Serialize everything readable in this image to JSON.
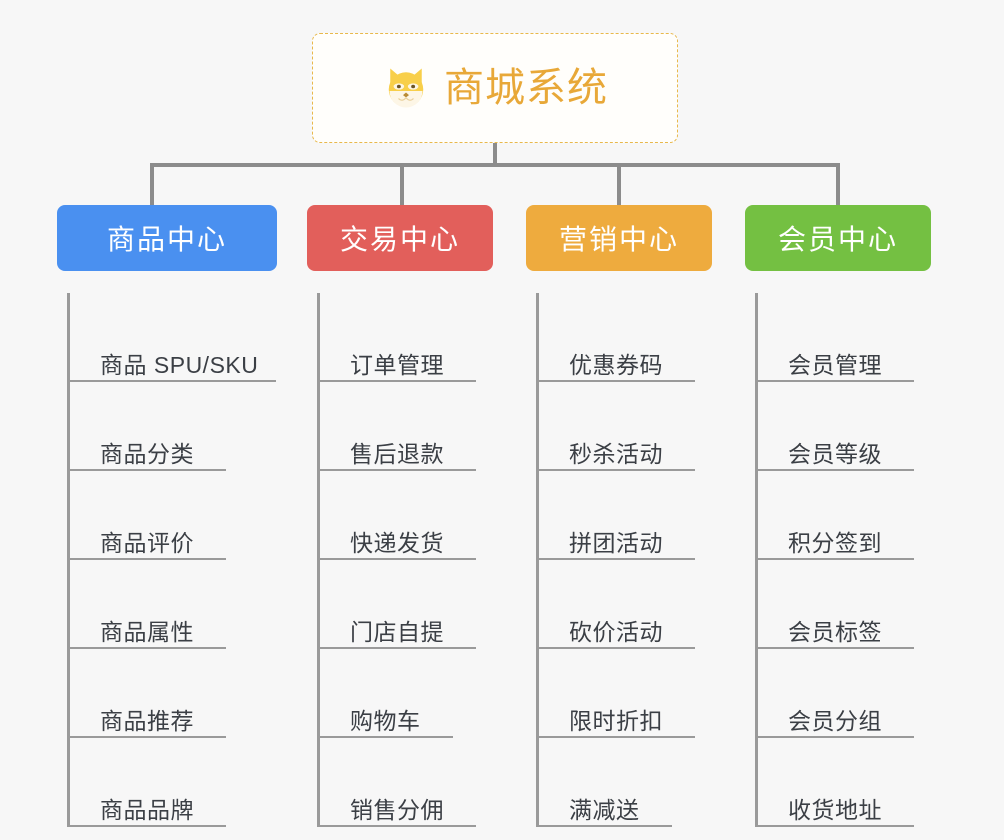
{
  "page": {
    "background_color": "#f7f7f7",
    "line_color": "#8c8c8c"
  },
  "root": {
    "title": "商城系统",
    "icon": "shiba-dog-icon",
    "text_color": "#e8a838",
    "border_color": "#e8b84b",
    "fill_color": "#fffefb"
  },
  "columns": [
    {
      "id": "product-center",
      "title": "商品中心",
      "color": "#4a90f0",
      "items": [
        "商品 SPU/SKU",
        "商品分类",
        "商品评价",
        "商品属性",
        "商品推荐",
        "商品品牌"
      ]
    },
    {
      "id": "trade-center",
      "title": "交易中心",
      "color": "#e25f5b",
      "items": [
        "订单管理",
        "售后退款",
        "快递发货",
        "门店自提",
        "购物车",
        "销售分佣"
      ]
    },
    {
      "id": "marketing-center",
      "title": "营销中心",
      "color": "#eeab3e",
      "items": [
        "优惠券码",
        "秒杀活动",
        "拼团活动",
        "砍价活动",
        "限时折扣",
        "满减送"
      ]
    },
    {
      "id": "member-center",
      "title": "会员中心",
      "color": "#74c martin",
      "items": [
        "会员管理",
        "会员等级",
        "积分签到",
        "会员标签",
        "会员分组",
        "收货地址"
      ]
    }
  ],
  "column_colors": {
    "product-center": "#4a90f0",
    "trade-center": "#e25f5b",
    "marketing-center": "#eeab3e",
    "member-center": "#74c042"
  }
}
